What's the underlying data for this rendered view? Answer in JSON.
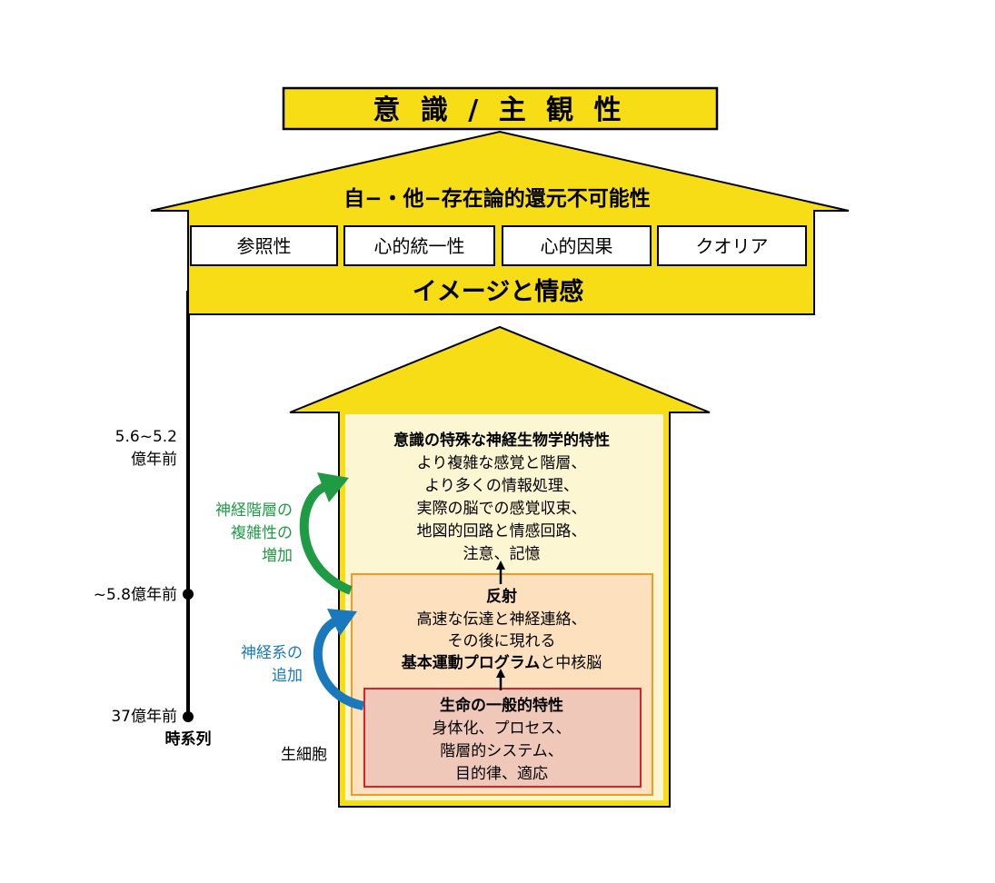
{
  "title": "意 識 / 主 観 性",
  "upper_arrow": {
    "heading": "自−・他−存在論的還元不可能性",
    "boxes": [
      "参照性",
      "心的統一性",
      "心的因果",
      "クオリア"
    ],
    "footer": "イメージと情感"
  },
  "timeline": {
    "label": "時系列",
    "marks": [
      "5.6~5.2",
      "億年前",
      "~5.8億年前",
      "37億年前"
    ]
  },
  "levels": {
    "neuro": {
      "title": "意識の特殊な神経生物学的特性",
      "lines": [
        "より複雑な感覚と階層、",
        "より多くの情報処理、",
        "実際の脳での感覚収束、",
        "地図的回路と情感回路、",
        "注意、記憶"
      ]
    },
    "reflex": {
      "title": "反射",
      "lines": [
        "高速な伝達と神経連絡、",
        "その後に現れる"
      ],
      "bottom_bold": "基本運動プログラム",
      "bottom_rest": "と中核脳"
    },
    "life": {
      "title": "生命の一般的特性",
      "lines": [
        "身体化、プロセス、",
        "階層的システム、",
        "目的律、適応"
      ]
    }
  },
  "side_labels": {
    "green": [
      "神経階層の",
      "複雑性の",
      "増加"
    ],
    "blue": [
      "神経系の",
      "追加"
    ],
    "cell": "生細胞"
  },
  "colors": {
    "yellow": "#f7dd16",
    "cream": "#fdf6d2",
    "peach": "#fde1be",
    "orange_border": "#f39a25",
    "pink": "#efc8ba",
    "red_border": "#d7232a",
    "green": "#1f9a45",
    "blue": "#1a78bc"
  }
}
